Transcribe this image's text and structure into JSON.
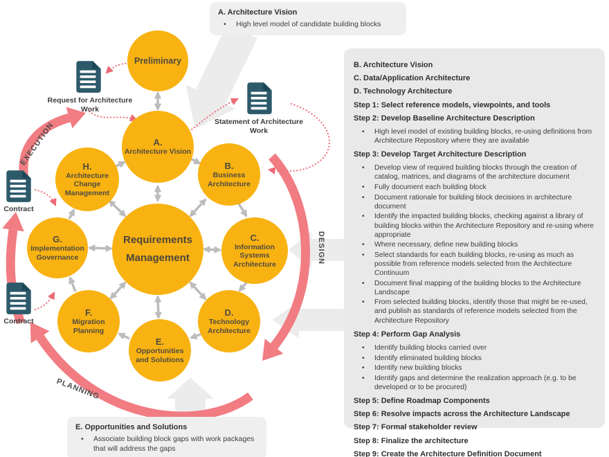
{
  "colors": {
    "circle_yellow": "#F8B211",
    "arrow_pink": "#F17C82",
    "dotted_pink": "#ED6B76",
    "document_teal": "#2D5A6B",
    "connector_gray": "#BCBCBC",
    "panel_gray": "#E9E9E9",
    "big_arrow_gray": "#ECECEC"
  },
  "phase_labels": {
    "execution": "EXECUTION",
    "planning": "PLANNING",
    "design": "DESIGN"
  },
  "documents": {
    "request": "Request for Architecture Work",
    "statement": "Statement of Architecture Work",
    "contract_top": "Contract",
    "contract_bottom": "Contract"
  },
  "circles": {
    "preliminary": {
      "label": "Preliminary"
    },
    "a": {
      "letter": "A.",
      "name": "Architecture Vision"
    },
    "b": {
      "letter": "B.",
      "name": "Business Architecture"
    },
    "c": {
      "letter": "C.",
      "name": "Information Systems Architecture"
    },
    "d": {
      "letter": "D.",
      "name": "Technology Architecture"
    },
    "e": {
      "letter": "E.",
      "name": "Opportunities and Solutions"
    },
    "f": {
      "letter": "F.",
      "name": "Migration Planning"
    },
    "g": {
      "letter": "G.",
      "name": "Implementation Governance"
    },
    "h": {
      "letter": "H.",
      "name": "Architecture Change Management"
    },
    "center": {
      "line1": "Requirements",
      "line2": "Management"
    }
  },
  "callout_top": {
    "title": "A. Architecture Vision",
    "bullet": "High level model of candidate building blocks"
  },
  "callout_bottom": {
    "title": "E. Opportunities and Solutions",
    "bullet": "Associate building block gaps with work packages that will address the gaps"
  },
  "panel": {
    "h_b": "B. Architecture Vision",
    "h_c": "C. Data/Application Architecture",
    "h_d": "D. Technology Architecture",
    "step1": "Step 1: Select reference models, viewpoints, and tools",
    "step2": "Step 2: Develop Baseline Architecture Description",
    "step2_bullets": [
      "High level model of existing building blocks, re-using definitions from Architecture Repository where they are available"
    ],
    "step3": "Step 3: Develop Target Architecture Description",
    "step3_bullets": [
      "Develop view of required building blocks through the creation of catalog, matrices, and diagrams of the architecture document",
      "Fully document each building block",
      "Document rationale for building block decisions in architecture document",
      "Identify the impacted building blocks, checking against a library of building blocks within the Architecture Repository and re-using where appropriate",
      "Where necessary, define new building blocks",
      "Select standards for each building blocks, re-using as much as possible from reference models selected from the Architecture Continuum",
      "Document final mapping of the building blocks to the Architecture Landscape",
      "From selected building blocks, identify those that might be re-used, and publish as standards of reference models selected from the Architecture Repository"
    ],
    "step4": "Step 4: Perform Gap Analysis",
    "step4_bullets": [
      "Identify building blocks carried over",
      "Identify eliminated building blocks",
      "Identify new building blocks",
      "Identify gaps and determine the realization approach (e.g. to be developed or to be procured)"
    ],
    "step5": "Step 5: Define Roadmap Components",
    "step6": "Step 6: Resolve impacts across the Architecture Landscape",
    "step7": "Step 7: Formal stakeholder review",
    "step8": "Step 8: Finalize the architecture",
    "step9": "Step 9: Create the Architecture Definition Document"
  }
}
